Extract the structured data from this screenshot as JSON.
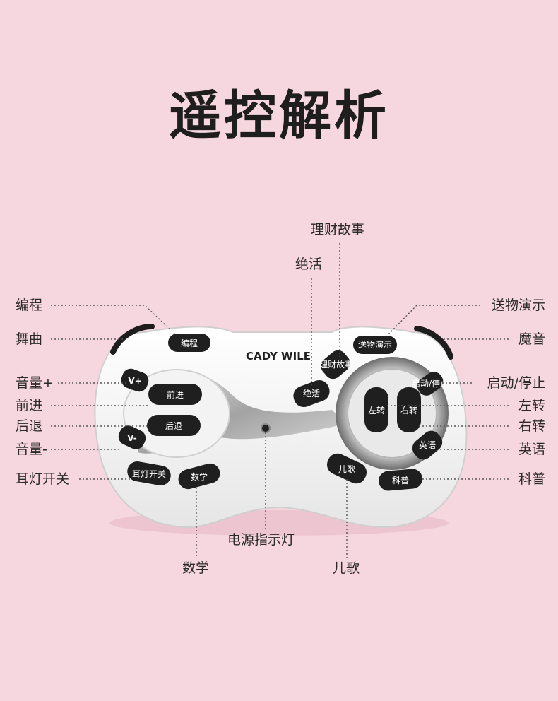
{
  "title": "遥控解析",
  "brand": "CADY WILE",
  "buttons": {
    "biancheng": "编程",
    "volume_up": "V+",
    "forward": "前进",
    "backward": "后退",
    "volume_down": "V-",
    "headlight": "耳灯开关",
    "math": "数学",
    "finance_story": "理财故事",
    "stunt": "绝活",
    "gift_demo": "送物演示",
    "start_stop": "启动/停止",
    "turn_left": "左转",
    "turn_right": "右转",
    "english": "英语",
    "children_song": "儿歌",
    "science": "科普"
  },
  "callouts": {
    "biancheng": "编程",
    "dance": "舞曲",
    "volume_up": "音量+",
    "forward": "前进",
    "backward": "后退",
    "volume_down": "音量-",
    "headlight": "耳灯开关",
    "finance_story": "理财故事",
    "stunt": "绝活",
    "gift_demo": "送物演示",
    "magic_sound": "魔音",
    "start_stop": "启动/停止",
    "turn_left": "左转",
    "turn_right": "右转",
    "english": "英语",
    "science": "科普",
    "power_led": "电源指示灯",
    "math": "数学",
    "children_song": "儿歌"
  }
}
